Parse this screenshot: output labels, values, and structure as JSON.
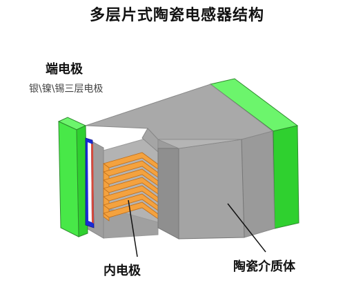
{
  "title": "多层片式陶瓷电感器结构",
  "labels": {
    "terminal_electrode": "端电极",
    "terminal_layers": "银\\镍\\锡三层电极",
    "inner_electrode": "内电极",
    "ceramic_dielectric": "陶瓷介质体"
  },
  "colors": {
    "terminal_green": "#44ee44",
    "body_gray": "#a8a8a8",
    "coil_orange": "#f4a23f",
    "inner_blue": "#1a2bd6"
  }
}
